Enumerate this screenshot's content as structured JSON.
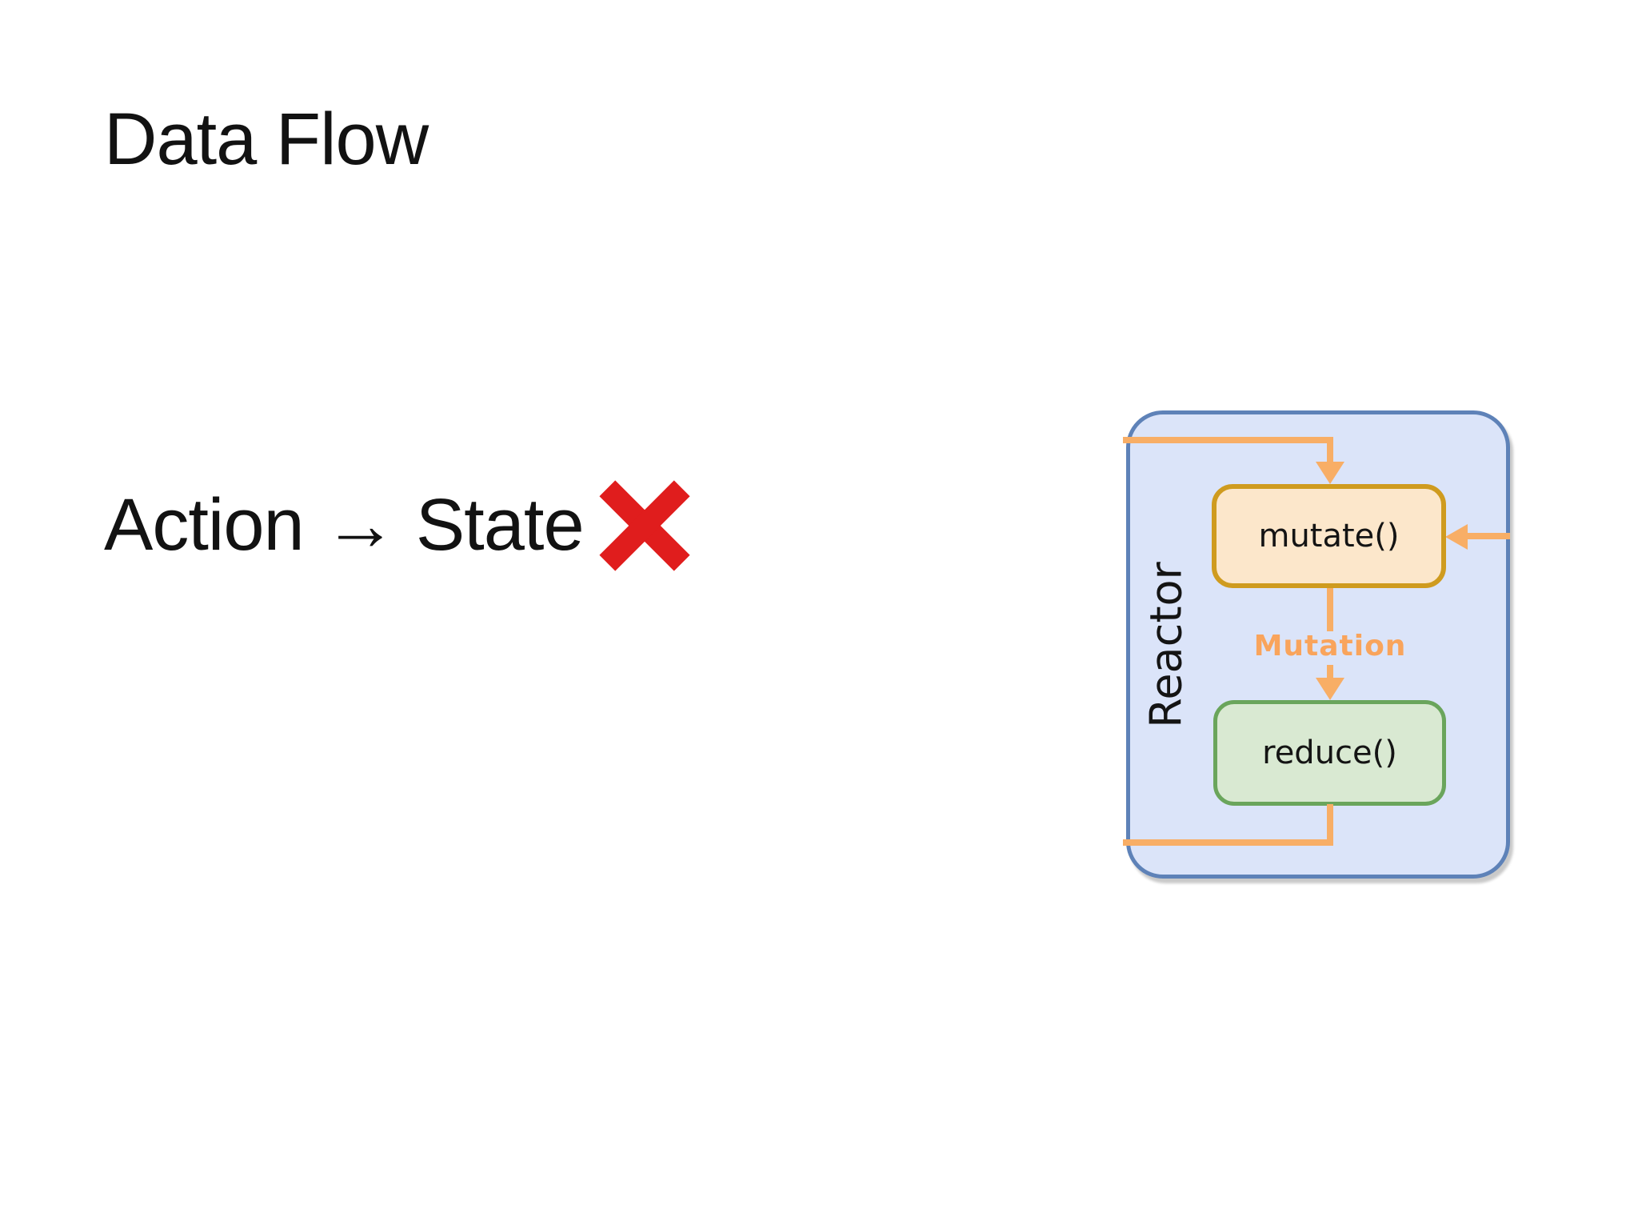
{
  "slide": {
    "title": "Data Flow",
    "statement": {
      "text": "Action → State",
      "mark": "cross"
    }
  },
  "diagram": {
    "panel_label": "Reactor",
    "nodes": [
      {
        "id": "mutate",
        "label": "mutate()"
      },
      {
        "id": "reduce",
        "label": "reduce()"
      }
    ],
    "edge_label": "Mutation"
  },
  "colors": {
    "panel_border": "#5e82b8",
    "panel_fill": "#dbe4f9",
    "arrow": "#f8ae66",
    "edge_label_text": "#f9a45c",
    "mutate_border": "#cf9b1f",
    "mutate_fill": "#fce7cb",
    "reduce_border": "#6aa55c",
    "reduce_fill": "#d9e9d2",
    "cross_mark": "#e01d1d",
    "text": "#121212",
    "background": "#ffffff"
  }
}
